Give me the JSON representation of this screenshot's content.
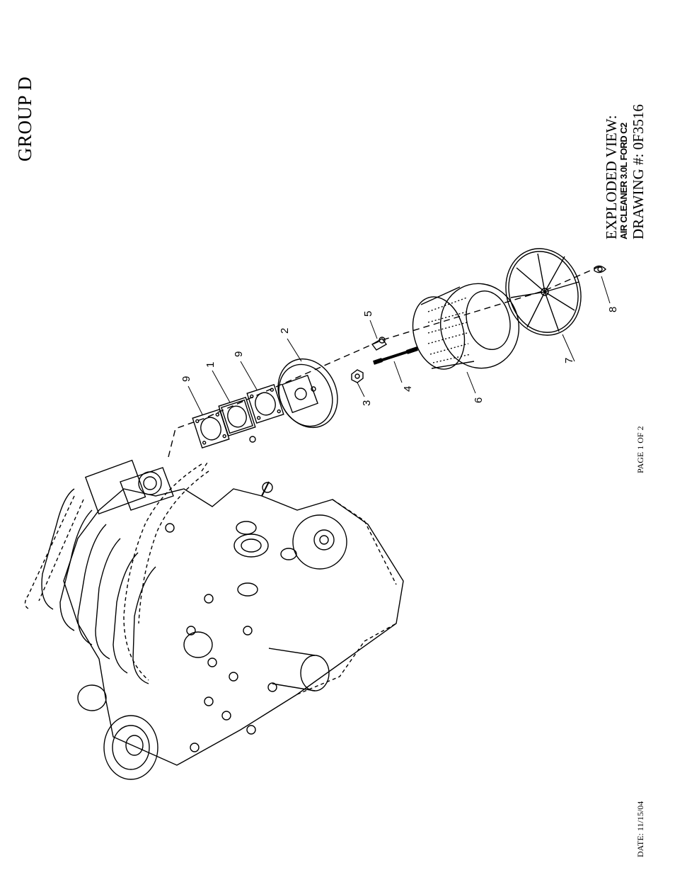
{
  "header": {
    "group": "GROUP D"
  },
  "title_block": {
    "line1": "EXPLODED VIEW:",
    "line2": "AIR CLEANER 3.0L FORD C2",
    "line3": "DRAWING #: 0F3516"
  },
  "footer": {
    "page": "PAGE 1 OF 2",
    "date": "DATE: 11/15/04"
  },
  "callouts": [
    "9",
    "1",
    "9",
    "2",
    "5",
    "3",
    "4",
    "6",
    "7",
    "8"
  ]
}
